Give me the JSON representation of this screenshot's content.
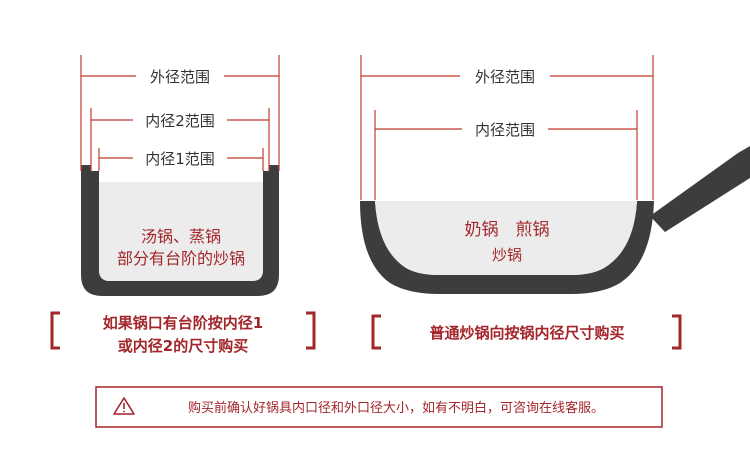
{
  "left_pot": {
    "outer_label": "外径范围",
    "inner2_label": "内径2范围",
    "inner1_label": "内径1范围",
    "inside_line1": "汤锅、蒸锅",
    "inside_line2": "部分有台阶的炒锅",
    "note_line1": "如果锅口有台阶按内径1",
    "note_line2": "或内径2的尺寸购买"
  },
  "right_pan": {
    "outer_label": "外径范围",
    "inner_label": "内径范围",
    "inside_line1": "奶锅　煎锅",
    "inside_line2": "炒锅",
    "note": "普通炒锅向按锅内径尺寸购买"
  },
  "notice": {
    "icon": "warning-icon",
    "text": "购买前确认好锅具内口径和外口径大小，如有不明白，可咨询在线客服。"
  },
  "colors": {
    "accent": "#a3262a",
    "pot_body": "#3d3d3d",
    "pot_fill": "#ececec",
    "measure_line": "#c0392b"
  }
}
